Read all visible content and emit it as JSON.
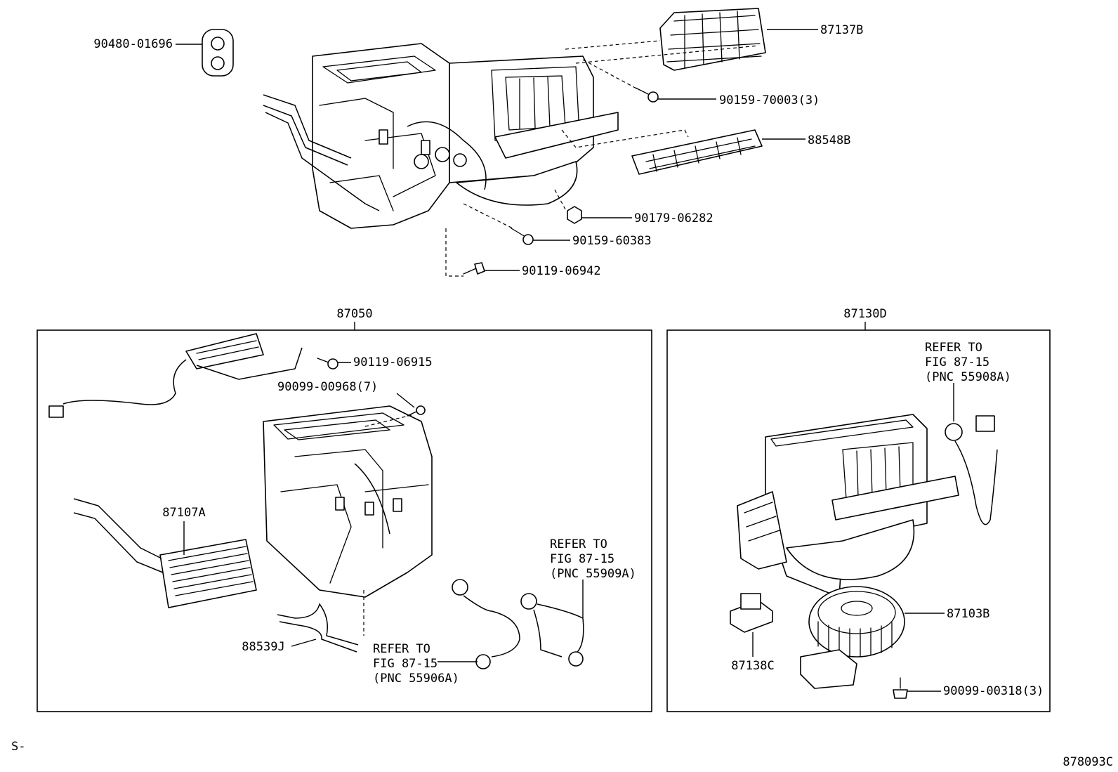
{
  "parts": {
    "p_90480_01696": "90480-01696",
    "p_87137B": "87137B",
    "p_90159_70003": "90159-70003(3)",
    "p_88548B": "88548B",
    "p_90179_06282": "90179-06282",
    "p_90159_60383": "90159-60383",
    "p_90119_06942": "90119-06942",
    "p_87050": "87050",
    "p_87130D": "87130D",
    "p_90119_06915": "90119-06915",
    "p_90099_00968": "90099-00968(7)",
    "p_87107A": "87107A",
    "p_88539J": "88539J",
    "p_87103B": "87103B",
    "p_87138C": "87138C",
    "p_90099_00318": "90099-00318(3)"
  },
  "refer_notes": {
    "note_55906A": {
      "line1": "REFER TO",
      "line2": "FIG 87-15",
      "line3": "(PNC 55906A)"
    },
    "note_55909A": {
      "line1": "REFER TO",
      "line2": "FIG 87-15",
      "line3": "(PNC 55909A)"
    },
    "note_55908A": {
      "line1": "REFER TO",
      "line2": "FIG 87-15",
      "line3": "(PNC 55908A)"
    }
  },
  "footer": {
    "left_code": "S-",
    "figure_id": "878093C"
  }
}
